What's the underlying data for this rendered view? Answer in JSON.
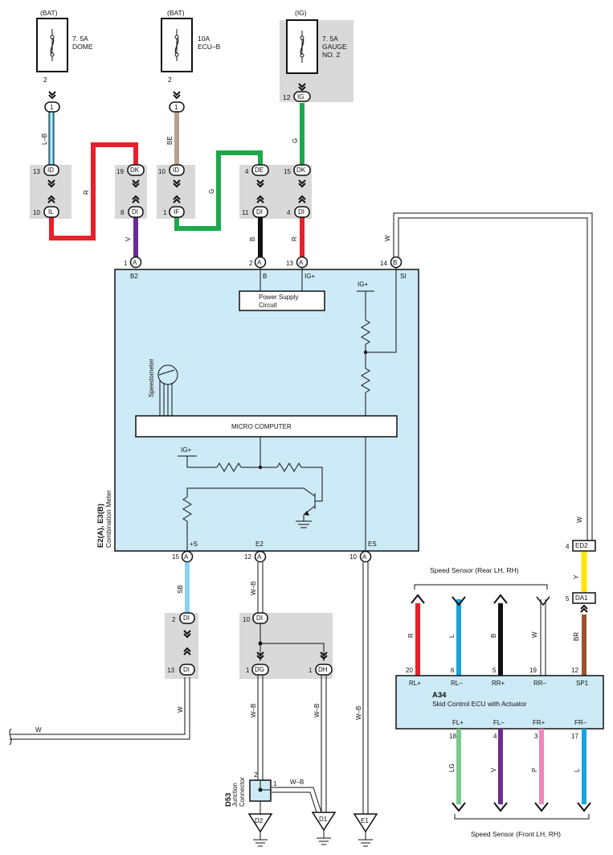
{
  "fuses": [
    {
      "source": "(BAT)",
      "rating": "7. 5A",
      "name": "DOME",
      "pin": "2"
    },
    {
      "source": "(BAT)",
      "rating": "10A",
      "name": "ECU–B",
      "pin": "2"
    },
    {
      "source": "(IG)",
      "rating": "7. 5A",
      "name_line1": "GAUGE",
      "name_line2": "NO. 2",
      "pin": "12"
    }
  ],
  "connectors": {
    "c1": "1",
    "c2": "1",
    "ig": "IG",
    "id": "ID",
    "il": "IL",
    "dk": "DK",
    "di": "DI",
    "id2": "ID",
    "if": "IF",
    "de": "DE",
    "di2": "DI",
    "dk2": "DK",
    "di3": "DI",
    "n13": "13",
    "n10": "10",
    "n19": "19",
    "n8": "8",
    "n10b": "10",
    "n1": "1",
    "n4": "4",
    "n11": "11",
    "n15": "15",
    "n4b": "4",
    "a": "A",
    "b": "B",
    "n1a": "1",
    "n2a": "2",
    "n13a": "13",
    "n14b": "14",
    "n15a": "15",
    "n12a": "12",
    "n10a": "10",
    "lower_di": "DI",
    "lower_di2": "DI",
    "lower_di3": "DI",
    "dg": "DG",
    "dh": "DH",
    "n2": "2",
    "n13b": "13",
    "n10c": "10",
    "n1b": "1",
    "n1c": "1",
    "ed2": "ED2",
    "da1": "DA1",
    "n4c": "4",
    "n5": "5"
  },
  "wire_colors": {
    "lb": "L–B",
    "r1": "R",
    "be": "BE",
    "g1": "G",
    "g2": "G",
    "v": "V",
    "b": "B",
    "r2": "R",
    "w1": "W",
    "sb": "SB",
    "wb1": "W–B",
    "wb2": "W–B",
    "wb3": "W–B",
    "wb4": "W–B",
    "wb5": "W–B",
    "w2": "W",
    "w3": "W",
    "w4": "W",
    "y": "Y",
    "br": "BR",
    "r3": "R",
    "l1": "L",
    "b2": "B",
    "w5": "W",
    "lg": "LG",
    "v2": "V",
    "p": "P",
    "l2": "L"
  },
  "meter": {
    "id_line1": "E2(A), E3(B)",
    "id_line2": "Combination Meter",
    "pin_b2": "B2",
    "pin_b": "B",
    "pin_igp": "IG+",
    "pin_si": "SI",
    "psu_line1": "Power Supply",
    "psu_line2": "Circuit",
    "igp_right": "IG+",
    "igp_left": "IG+",
    "speedometer": "Speedometer",
    "micro": "MICRO COMPUTER",
    "pin_s": "+S",
    "pin_e2": "E2",
    "pin_es": "ES"
  },
  "ecu": {
    "id": "A34",
    "name": "Skid Control ECU with Actuator",
    "top_pins": [
      {
        "num": "20",
        "name": "RL+"
      },
      {
        "num": "6",
        "name": "RL–"
      },
      {
        "num": "5",
        "name": "RR+"
      },
      {
        "num": "19",
        "name": "RR–"
      },
      {
        "num": "12",
        "name": "SP1"
      }
    ],
    "bottom_pins": [
      {
        "num": "18",
        "name": "FL+"
      },
      {
        "num": "4",
        "name": "FL–"
      },
      {
        "num": "3",
        "name": "FR+"
      },
      {
        "num": "17",
        "name": "FR–"
      }
    ],
    "rear_label": "Speed Sensor (Rear LH,  RH)",
    "front_label": "Speed Sensor (Front LH,  RH)"
  },
  "junction": {
    "id": "D53",
    "line1": "Junction",
    "line2": "Connector",
    "pin2": "2",
    "pin1": "1"
  },
  "grounds": [
    "D2",
    "D1",
    "E1"
  ],
  "colors": {
    "panel": "#cdeaf7",
    "gray_box": "#d9d9d9",
    "red": "#e8202a",
    "light_blue": "#5ec6ee",
    "sky_blue": "#1aa3dd",
    "tan": "#b3a28f",
    "green": "#1ea84b",
    "purple": "#6a2d91",
    "black": "#111111",
    "yellow": "#ffe600",
    "brown": "#9a5430",
    "light_green": "#7cc88d",
    "pink": "#ef87bb",
    "sb_blue": "#8dd0f0"
  }
}
